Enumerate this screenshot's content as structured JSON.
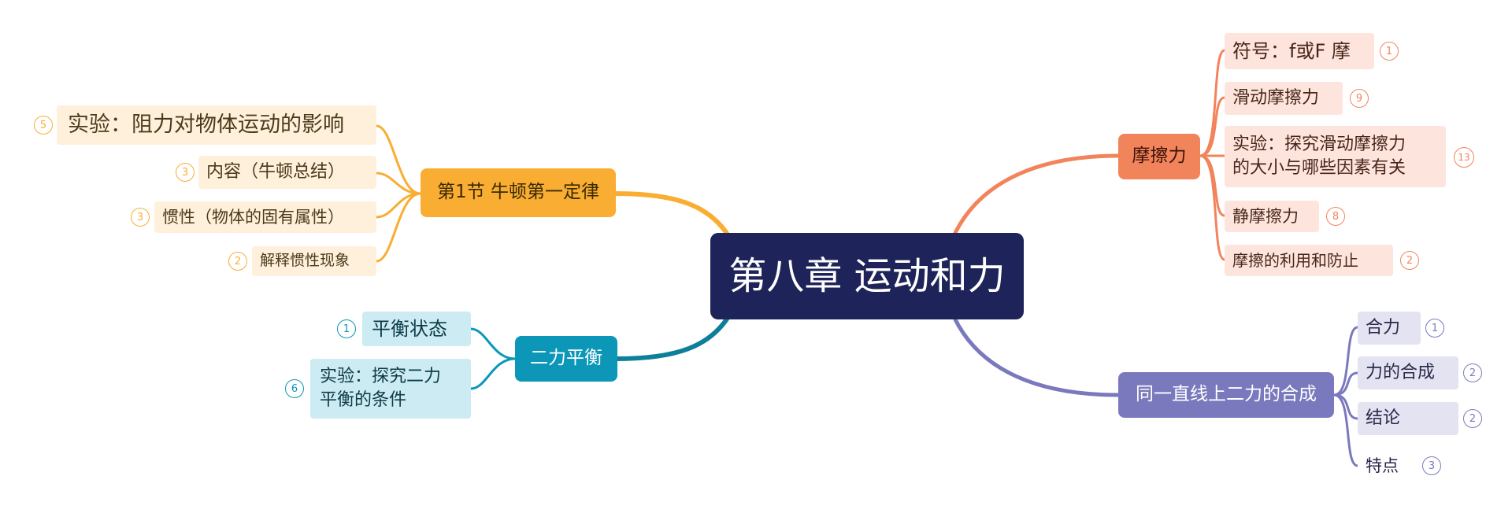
{
  "central_topic": "第八章 运动和力",
  "colors": {
    "root": "#1e2459",
    "orange": "#f9ad33",
    "teal": "#0c97b8",
    "coral": "#f2845c",
    "purple": "#7a79bd"
  },
  "branches": {
    "newton": {
      "label": "第1节 牛顿第一定律",
      "items": [
        {
          "text": "实验：阻力对物体运动的影响",
          "count": "5"
        },
        {
          "text": "内容（牛顿总结）",
          "count": "3"
        },
        {
          "text": "惯性（物体的固有属性）",
          "count": "3"
        },
        {
          "text": "解释惯性现象",
          "count": "2"
        }
      ]
    },
    "balance": {
      "label": "二力平衡",
      "items": [
        {
          "text": "平衡状态",
          "count": "1"
        },
        {
          "line1": "实验：探究二力",
          "line2": "平衡的条件",
          "count": "6"
        }
      ]
    },
    "friction": {
      "label": "摩擦力",
      "items": [
        {
          "text": "符号：f或F 摩",
          "count": "1"
        },
        {
          "text": "滑动摩擦力",
          "count": "9"
        },
        {
          "line1": "实验：探究滑动摩擦力",
          "line2": "的大小与哪些因素有关",
          "count": "13"
        },
        {
          "text": "静摩擦力",
          "count": "8"
        },
        {
          "text": "摩擦的利用和防止",
          "count": "2"
        }
      ]
    },
    "composition": {
      "label": "同一直线上二力的合成",
      "items": [
        {
          "text": "合力",
          "count": "1"
        },
        {
          "text": "力的合成",
          "count": "2"
        },
        {
          "text": "结论",
          "count": "2"
        },
        {
          "text": "特点",
          "count": "3"
        }
      ]
    }
  }
}
